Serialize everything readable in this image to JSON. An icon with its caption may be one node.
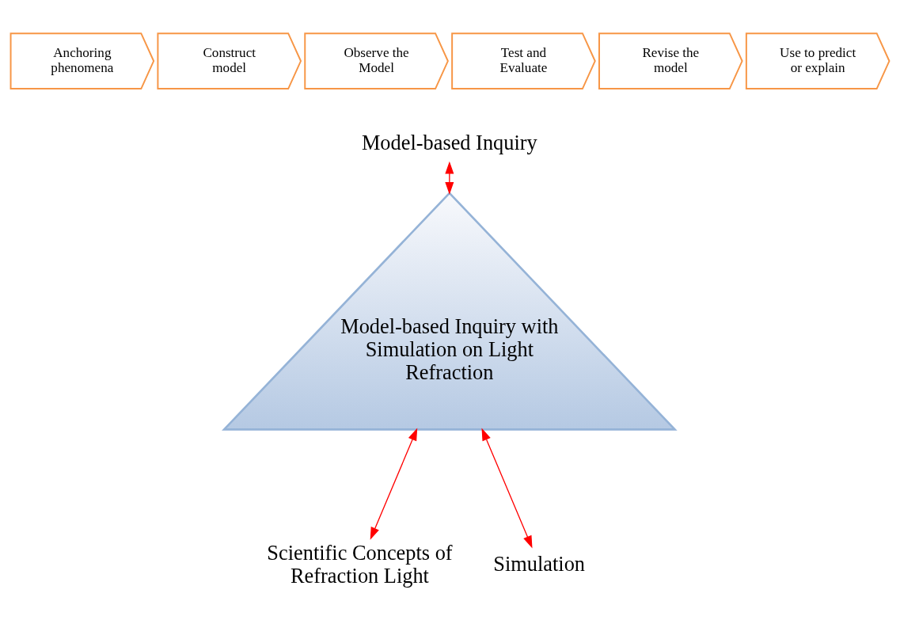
{
  "diagram": {
    "nodes": [
      {
        "text": [
          "Anchoring phenomena"
        ]
      },
      {
        "text": [
          "Construct model"
        ]
      },
      {
        "text": [
          "Observe the Model"
        ]
      },
      {
        "text": [
          "Test and Evaluate"
        ]
      },
      {
        "text": [
          "Revise the model"
        ]
      },
      {
        "text": [
          "Use to predict or explain"
        ]
      },
      {
        "text": [
          "Model-based Inquiry with Simulation on Light Refraction"
        ]
      },
      {
        "text": [
          "Model-based Inquiry"
        ]
      },
      {
        "text": [
          "Scientific Concepts of Refraction Light"
        ]
      },
      {
        "text": [
          "Simulation"
        ]
      }
    ],
    "edges": [
      {
        "from": 7,
        "to": 6,
        "arrow": "both",
        "color": "#ff0000"
      },
      {
        "from": 6,
        "to": 8,
        "arrow": "both",
        "color": "#ff0000"
      },
      {
        "from": 6,
        "to": 9,
        "arrow": "both",
        "color": "#ff0000"
      }
    ]
  }
}
